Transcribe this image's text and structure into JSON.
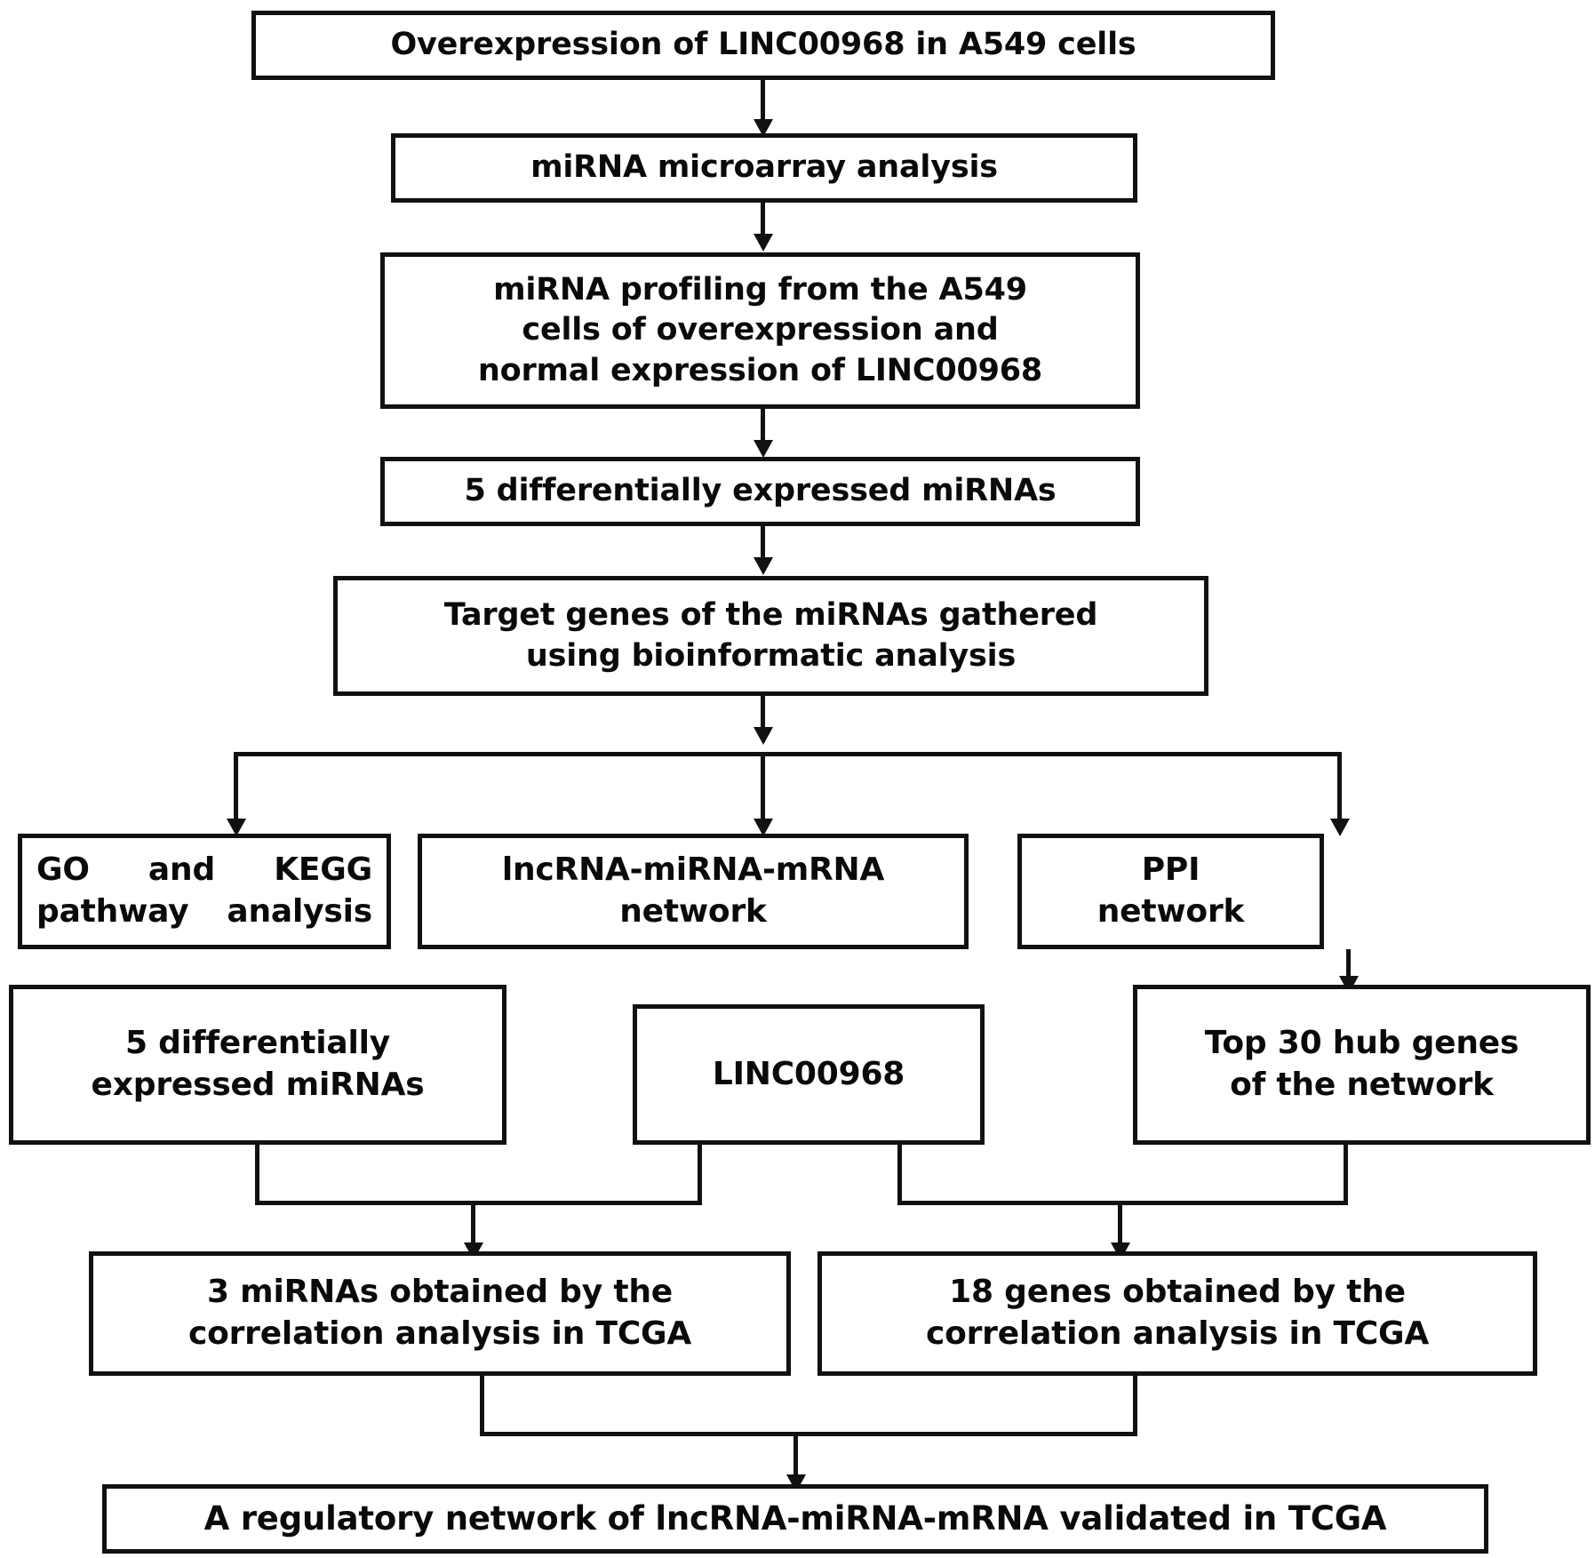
{
  "diagram": {
    "title": "Study workflow flowchart for LINC00968 lncRNA-miRNA-mRNA network analysis",
    "type": "flowchart",
    "orientation": "top-to-bottom",
    "colors": {
      "stroke": "#111111",
      "fill": "#ffffff",
      "text": "#0a0a0a"
    },
    "nodes": [
      {
        "id": "n1",
        "label": "Overexpression of LINC00968 in A549 cells"
      },
      {
        "id": "n2",
        "label": "miRNA microarray analysis"
      },
      {
        "id": "n3",
        "label": "miRNA profiling from the A549\ncells of overexpression and\nnormal expression of LINC00968"
      },
      {
        "id": "n4",
        "label": "5 differentially expressed miRNAs"
      },
      {
        "id": "n5",
        "label": "Target genes of the miRNAs gathered\nusing bioinformatic analysis"
      },
      {
        "id": "n6",
        "label": "GO and KEGG pathway analysis"
      },
      {
        "id": "n7",
        "label": "lncRNA-miRNA-mRNA\nnetwork"
      },
      {
        "id": "n8",
        "label": "PPI\nnetwork"
      },
      {
        "id": "n9",
        "label": "5 differentially\nexpressed miRNAs"
      },
      {
        "id": "n10",
        "label": "LINC00968"
      },
      {
        "id": "n11",
        "label": "Top 30 hub genes\nof the network"
      },
      {
        "id": "n12",
        "label": "3 miRNAs obtained by the\ncorrelation analysis in TCGA"
      },
      {
        "id": "n13",
        "label": "18 genes obtained by the\ncorrelation analysis in TCGA"
      },
      {
        "id": "n14",
        "label": "A regulatory network of lncRNA-miRNA-mRNA validated in TCGA"
      }
    ],
    "edges": [
      {
        "from": "n1",
        "to": "n2",
        "arrow": true
      },
      {
        "from": "n2",
        "to": "n3",
        "arrow": true
      },
      {
        "from": "n3",
        "to": "n4",
        "arrow": true
      },
      {
        "from": "n4",
        "to": "n5",
        "arrow": true
      },
      {
        "from": "n5",
        "to": "n6",
        "arrow": true
      },
      {
        "from": "n5",
        "to": "n7",
        "arrow": true
      },
      {
        "from": "n5",
        "to": "n8",
        "arrow": true
      },
      {
        "from": "n8",
        "to": "n11",
        "arrow": true
      },
      {
        "from": "n9",
        "to": "n12",
        "arrow": true
      },
      {
        "from": "n10",
        "to": "n12",
        "arrow": true
      },
      {
        "from": "n10",
        "to": "n13",
        "arrow": true
      },
      {
        "from": "n11",
        "to": "n13",
        "arrow": true
      },
      {
        "from": "n12",
        "to": "n14",
        "arrow": true
      },
      {
        "from": "n13",
        "to": "n14",
        "arrow": true
      }
    ]
  }
}
